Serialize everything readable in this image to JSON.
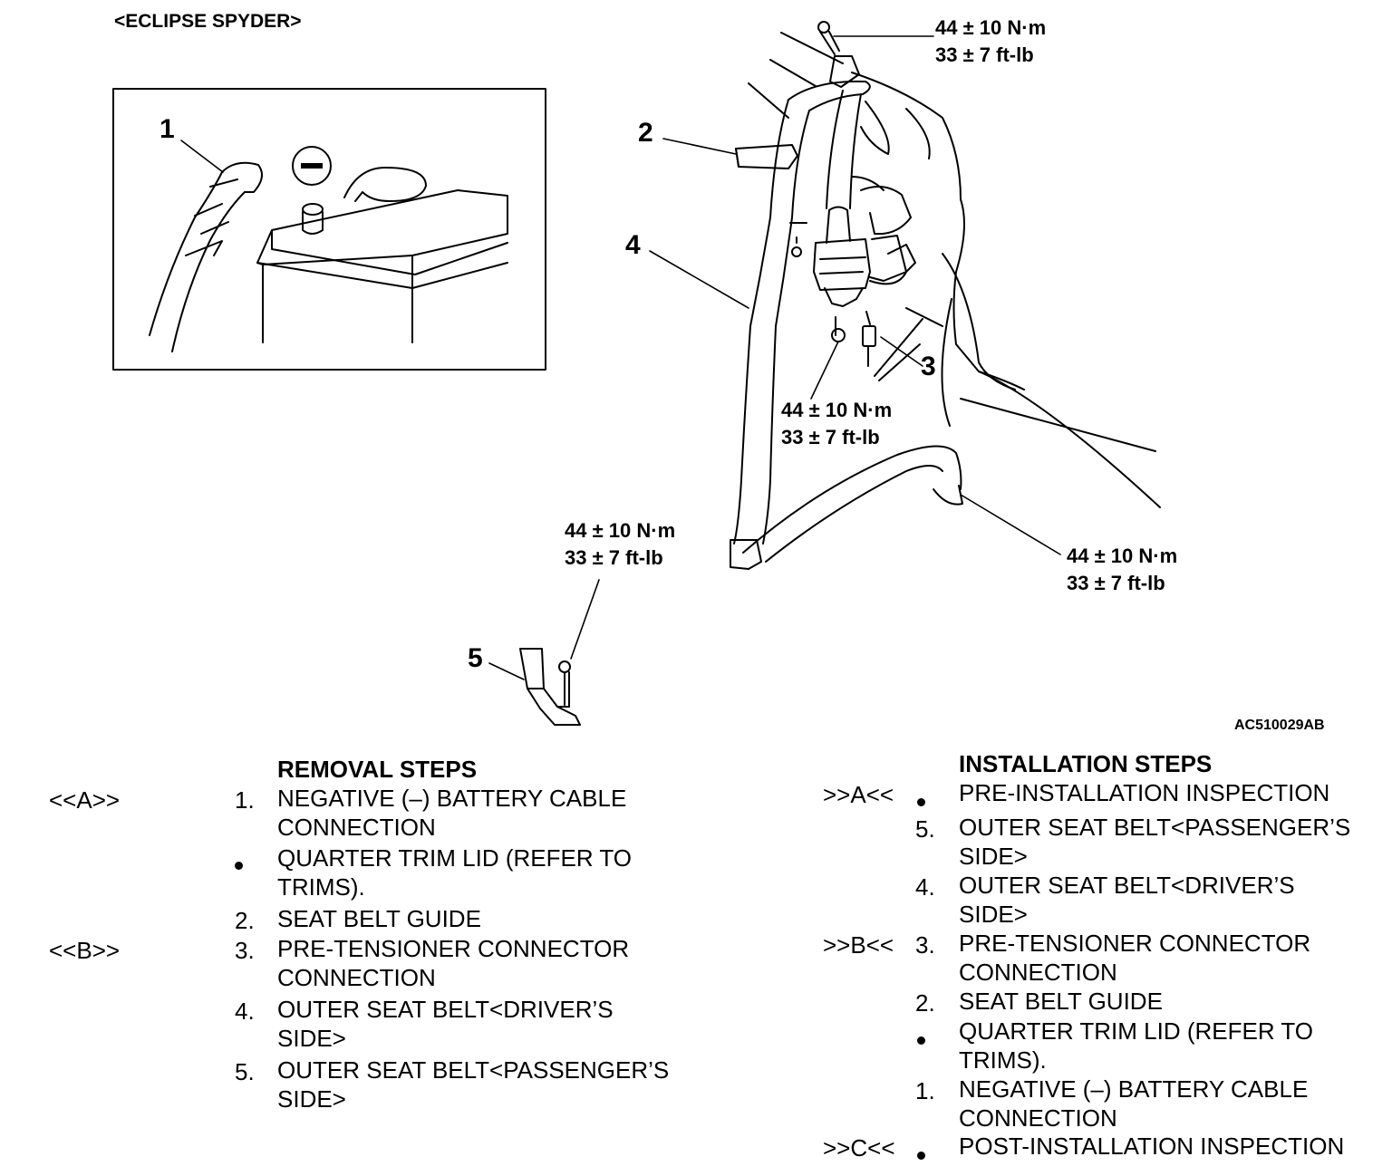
{
  "figure": {
    "variant_label": "<ECLIPSE SPYDER>",
    "figure_id": "AC510029AB",
    "callouts": [
      "1",
      "2",
      "3",
      "4",
      "5"
    ],
    "torque_specs": {
      "upper_anchor": {
        "metric": "44 ± 10 N·m",
        "imperial": "33 ± 7 ft-lb"
      },
      "retractor": {
        "metric": "44 ± 10 N·m",
        "imperial": "33 ± 7 ft-lb"
      },
      "lower_anchor": {
        "metric": "44 ± 10 N·m",
        "imperial": "33 ± 7 ft-lb"
      },
      "buckle_bracket": {
        "metric": "44 ± 10 N·m",
        "imperial": "33 ± 7 ft-lb"
      }
    }
  },
  "removal": {
    "heading": "REMOVAL STEPS",
    "steps": [
      {
        "tag": "<<A>>",
        "num": "1.",
        "lines": [
          "NEGATIVE (–) BATTERY CABLE",
          "CONNECTION"
        ]
      },
      {
        "tag": "",
        "num": "•",
        "lines": [
          "QUARTER TRIM LID (REFER TO",
          "TRIMS)."
        ]
      },
      {
        "tag": "",
        "num": "2.",
        "lines": [
          "SEAT BELT GUIDE",
          ""
        ]
      },
      {
        "tag": "<<B>>",
        "num": "3.",
        "lines": [
          "PRE-TENSIONER CONNECTOR",
          "CONNECTION"
        ]
      },
      {
        "tag": "",
        "num": "4.",
        "lines": [
          "OUTER SEAT BELT<DRIVER’S",
          "SIDE>"
        ]
      },
      {
        "tag": "",
        "num": "5.",
        "lines": [
          "OUTER SEAT BELT<PASSENGER’S",
          "SIDE>"
        ]
      }
    ]
  },
  "installation": {
    "heading": "INSTALLATION STEPS",
    "steps": [
      {
        "tag": ">>A<<",
        "num": "•",
        "lines": [
          "PRE-INSTALLATION INSPECTION",
          ""
        ]
      },
      {
        "tag": "",
        "num": "5.",
        "lines": [
          "OUTER SEAT BELT<PASSENGER’S",
          "SIDE>"
        ]
      },
      {
        "tag": "",
        "num": "4.",
        "lines": [
          "OUTER SEAT BELT<DRIVER’S",
          "SIDE>"
        ]
      },
      {
        "tag": ">>B<<",
        "num": "3.",
        "lines": [
          "PRE-TENSIONER CONNECTOR",
          "CONNECTION"
        ]
      },
      {
        "tag": "",
        "num": "2.",
        "lines": [
          "SEAT BELT GUIDE",
          ""
        ]
      },
      {
        "tag": "",
        "num": "•",
        "lines": [
          "QUARTER TRIM LID (REFER TO",
          "TRIMS)."
        ]
      },
      {
        "tag": "",
        "num": "1.",
        "lines": [
          "NEGATIVE (–) BATTERY CABLE",
          "CONNECTION"
        ]
      },
      {
        "tag": ">>C<<",
        "num": "•",
        "lines": [
          "POST-INSTALLATION INSPECTION",
          ""
        ]
      }
    ]
  }
}
